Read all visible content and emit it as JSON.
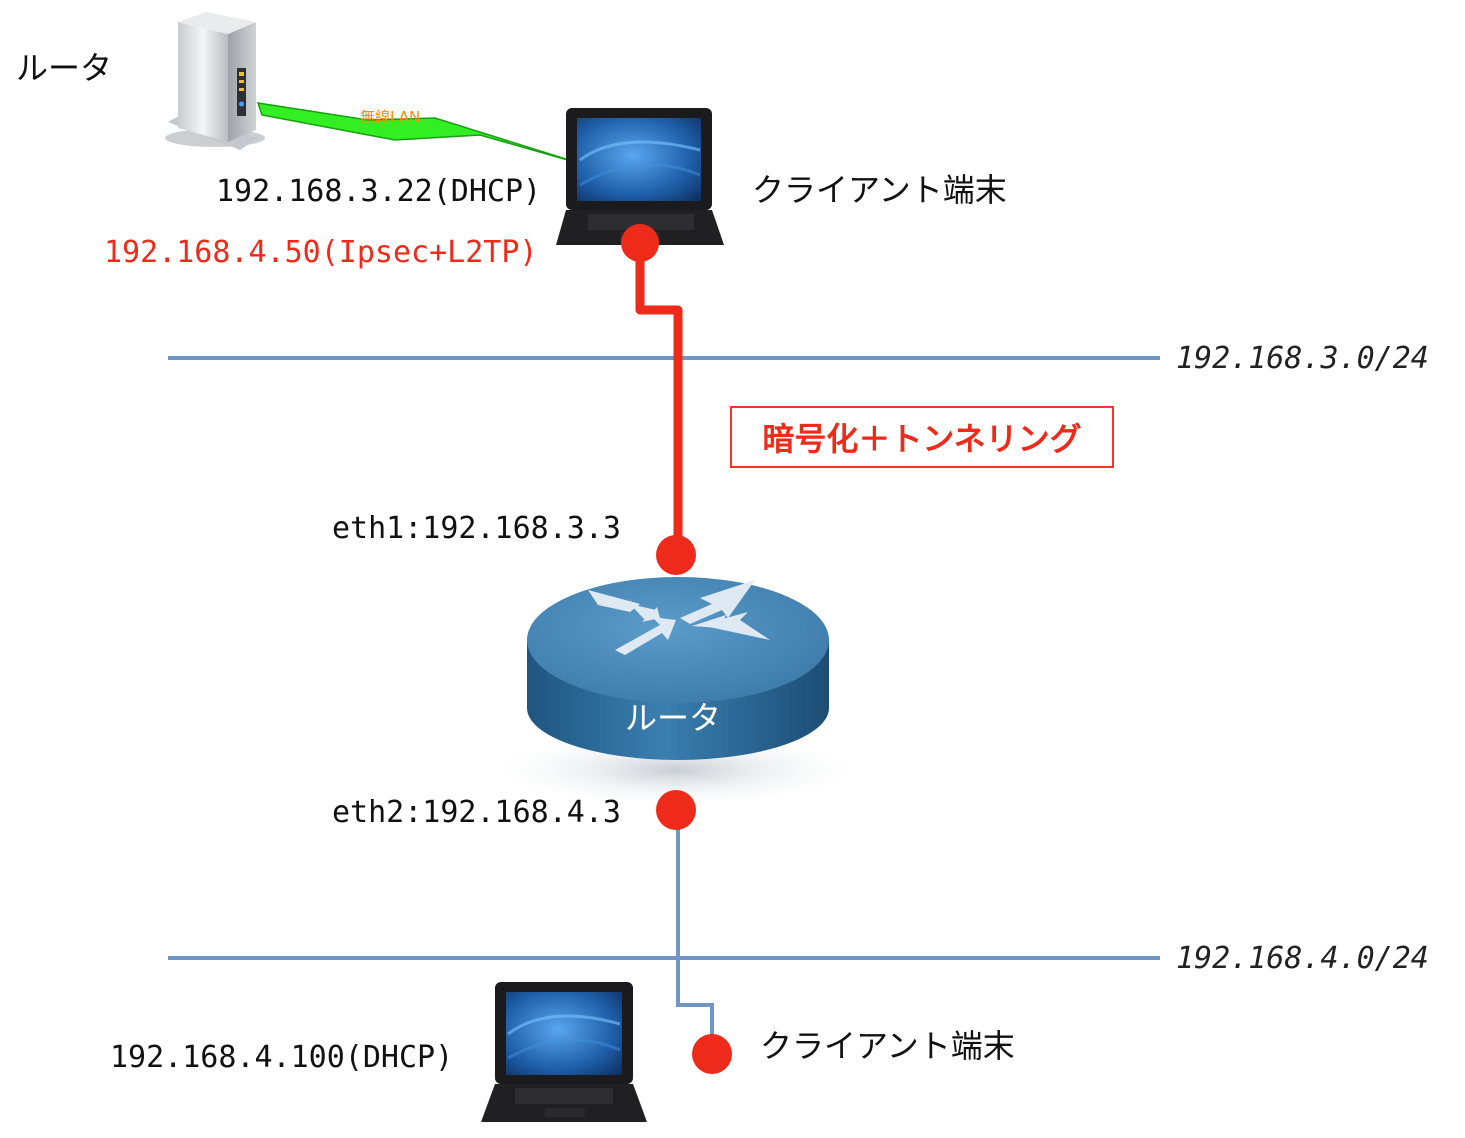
{
  "labels": {
    "top_router": "ルータ",
    "wireless": "無線LAN",
    "client1_ip": "192.168.3.22(DHCP)",
    "client1_vpn_ip": "192.168.4.50(Ipsec+L2TP)",
    "client1_name": "クライアント端末",
    "net1": "192.168.3.0/24",
    "tunnel": "暗号化＋トンネリング",
    "eth1": "eth1:192.168.3.3",
    "router": "ルータ",
    "eth2": "eth2:192.168.4.3",
    "net2": "192.168.4.0/24",
    "client2_ip": "192.168.4.100(DHCP)",
    "client2_name": "クライアント端末"
  },
  "colors": {
    "tunnel": "#ee2a1a",
    "network": "#6f96c4",
    "wireless": "#33ee22",
    "router_body": "#3a78a8"
  },
  "icons": {
    "top_router": "wireless-router-icon",
    "client1": "laptop-icon",
    "router": "router-icon",
    "client2": "laptop-icon"
  }
}
